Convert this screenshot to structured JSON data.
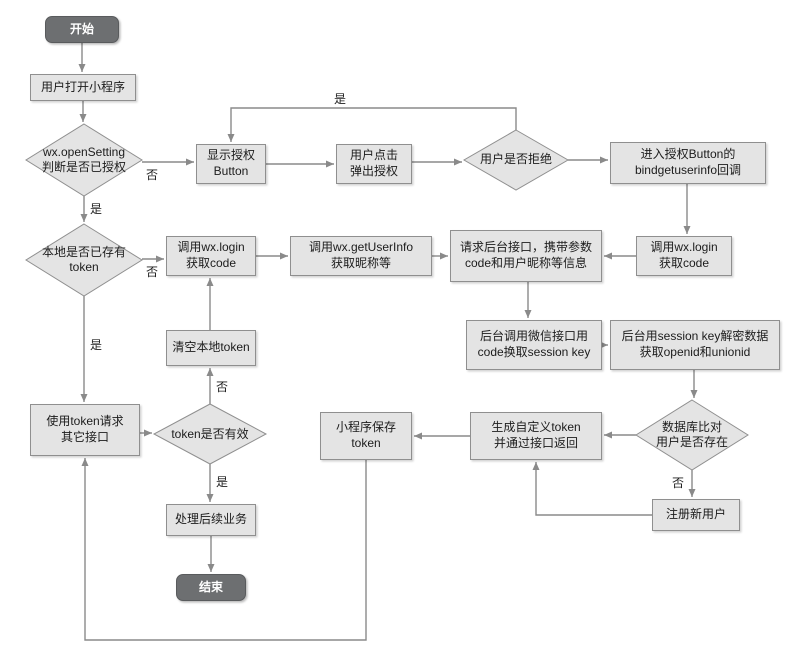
{
  "diagram": {
    "nodes": {
      "start": {
        "label": "开始",
        "type": "terminal"
      },
      "open_app": {
        "label": "用户打开小程序",
        "type": "process"
      },
      "check_auth": {
        "label": "wx.openSetting\n判断是否已授权",
        "type": "decision"
      },
      "show_auth_button": {
        "label": "显示授权\nButton",
        "type": "process"
      },
      "user_click_popup": {
        "label": "用户点击\n弹出授权",
        "type": "process"
      },
      "user_refuse": {
        "label": "用户是否拒绝",
        "type": "decision"
      },
      "enter_callback": {
        "label": "进入授权Button的\nbindgetuserinfo回调",
        "type": "process"
      },
      "has_local_token": {
        "label": "本地是否已存有\ntoken",
        "type": "decision"
      },
      "wx_login_left": {
        "label": "调用wx.login\n获取code",
        "type": "process"
      },
      "get_user_info": {
        "label": "调用wx.getUserInfo\n获取昵称等",
        "type": "process"
      },
      "request_backend": {
        "label": "请求后台接口，携带参数\ncode和用户昵称等信息",
        "type": "process"
      },
      "wx_login_right": {
        "label": "调用wx.login\n获取code",
        "type": "process"
      },
      "clear_local_token": {
        "label": "清空本地token",
        "type": "process"
      },
      "backend_exchange": {
        "label": "后台调用微信接口用\ncode换取session key",
        "type": "process"
      },
      "decrypt_data": {
        "label": "后台用session key解密数据\n获取openid和unionid",
        "type": "process"
      },
      "use_token_request": {
        "label": "使用token请求\n其它接口",
        "type": "process"
      },
      "token_valid": {
        "label": "token是否有效",
        "type": "decision"
      },
      "save_token": {
        "label": "小程序保存\ntoken",
        "type": "process"
      },
      "generate_token": {
        "label": "生成自定义token\n并通过接口返回",
        "type": "process"
      },
      "user_exists": {
        "label": "数据库比对\n用户是否存在",
        "type": "decision"
      },
      "register_new_user": {
        "label": "注册新用户",
        "type": "process"
      },
      "handle_business": {
        "label": "处理后续业务",
        "type": "process"
      },
      "end": {
        "label": "结束",
        "type": "terminal"
      }
    },
    "edge_labels": {
      "yes": "是",
      "no": "否"
    },
    "colors": {
      "node_fill": "#e4e4e4",
      "node_border": "#8f8f8f",
      "terminal_fill": "#6d6f71",
      "terminal_text": "#ffffff",
      "line": "#8a8a8a",
      "text": "#1c1c1c"
    }
  }
}
